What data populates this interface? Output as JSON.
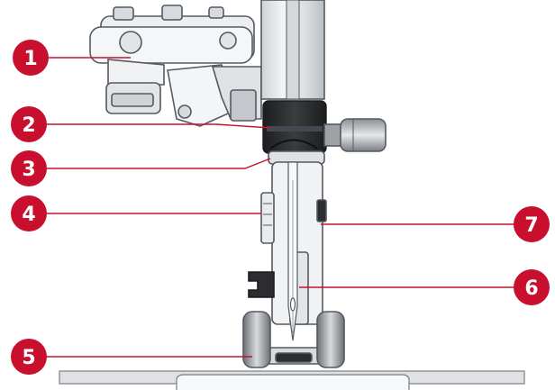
{
  "callouts": [
    {
      "label": "1"
    },
    {
      "label": "2"
    },
    {
      "label": "3"
    },
    {
      "label": "4"
    },
    {
      "label": "5"
    },
    {
      "label": "6"
    },
    {
      "label": "7"
    }
  ],
  "colors": {
    "callout_fill": "#c8102e",
    "callout_text": "#ffffff",
    "leader_line": "#c8102e",
    "metal_light": "#e9ecee",
    "metal_mid": "#c9cdd1",
    "outline": "#555a60",
    "dark_part": "#2b2d30"
  }
}
